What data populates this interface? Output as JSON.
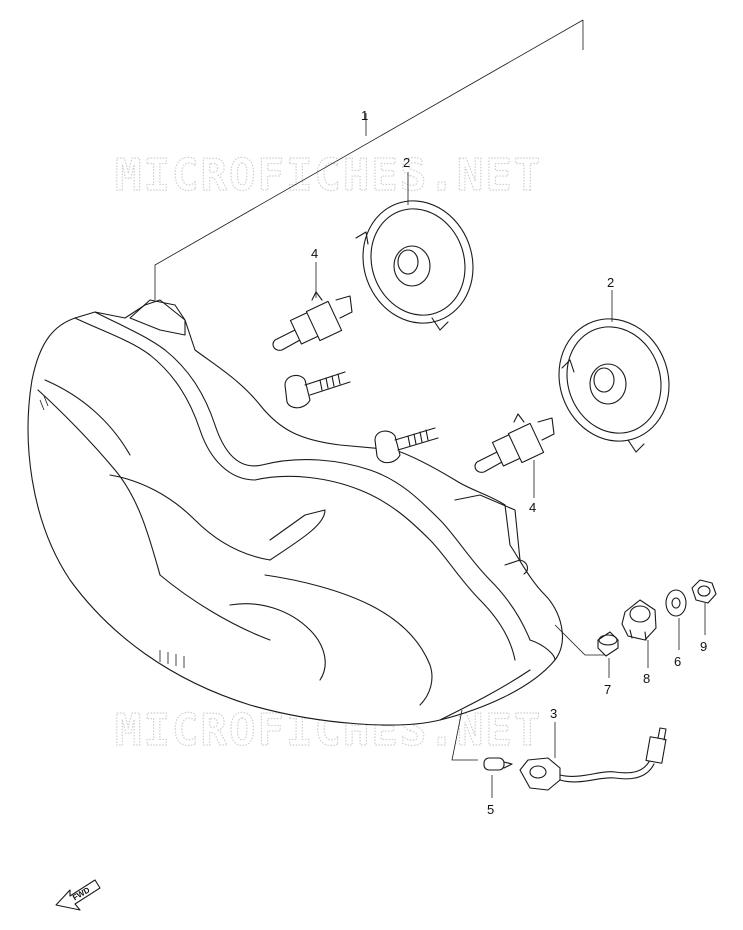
{
  "watermark": "MICROFICHES.NET",
  "callouts": [
    "1",
    "2",
    "2",
    "3",
    "4",
    "4",
    "5",
    "6",
    "7",
    "8",
    "9"
  ],
  "fwd_label": "FWD"
}
